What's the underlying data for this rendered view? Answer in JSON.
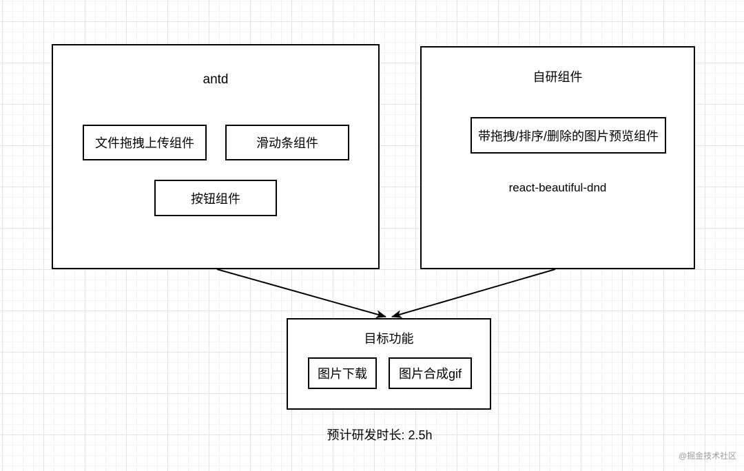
{
  "diagram": {
    "nodes": {
      "antd": {
        "title": "antd",
        "children": [
          "文件拖拽上传组件",
          "滑动条组件",
          "按钮组件"
        ]
      },
      "custom": {
        "title": "自研组件",
        "children": [
          "带拖拽/排序/删除的图片预览组件"
        ],
        "note": "react-beautiful-dnd"
      },
      "target": {
        "title": "目标功能",
        "children": [
          "图片下载",
          "图片合成gif"
        ]
      }
    },
    "edges": [
      {
        "from": "antd",
        "to": "target"
      },
      {
        "from": "custom",
        "to": "target"
      }
    ],
    "footer_note": "预计研发时长: 2.5h",
    "watermark": "@掘金技术社区",
    "colors": {
      "stroke": "#000000",
      "background": "#ffffff",
      "grid_minor": "#f2f2f2",
      "grid_major": "#e4e4e4",
      "watermark_text": "#9e9e9e"
    }
  }
}
